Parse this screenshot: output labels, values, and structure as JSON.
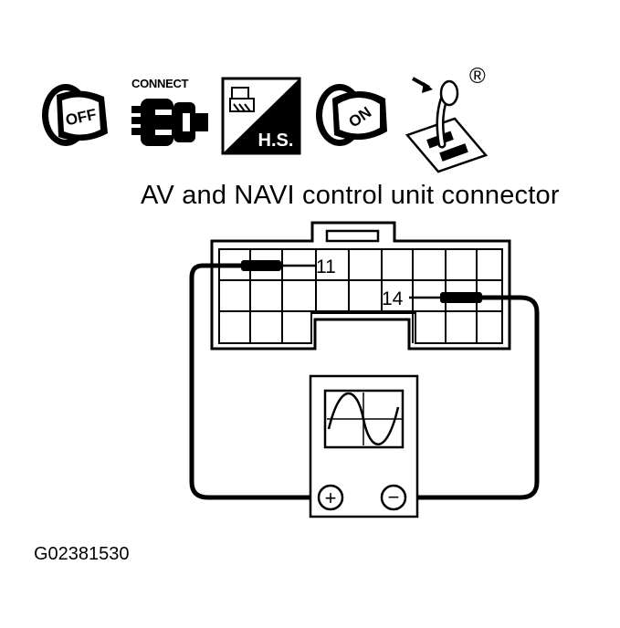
{
  "icons": {
    "ignition_off": {
      "icon": "ignition-key-off-icon",
      "label": "OFF"
    },
    "connect": {
      "icon": "connect-plug-icon",
      "label": "CONNECT"
    },
    "hs": {
      "icon": "hs-tool-icon",
      "label": "H.S."
    },
    "ignition_on": {
      "icon": "ignition-key-on-icon",
      "label": "ON"
    },
    "shift_lever": {
      "icon": "shift-lever-icon"
    },
    "registered_mark": "®"
  },
  "diagram": {
    "title": "AV and NAVI control unit connector",
    "pin_a": "11",
    "pin_b": "14",
    "meter": {
      "icon": "oscilloscope-sine-wave-icon",
      "positive_terminal": "+",
      "negative_terminal": "−"
    }
  },
  "figure_id": "G02381530"
}
